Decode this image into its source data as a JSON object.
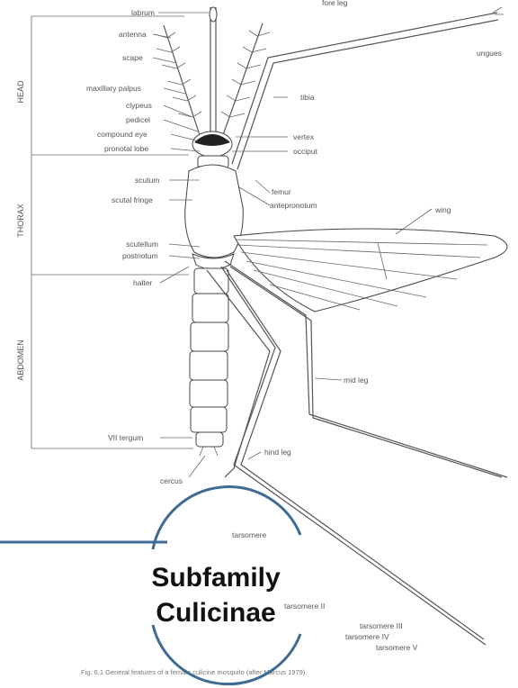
{
  "diagram": {
    "labels": {
      "labrum": "labrum",
      "antenna": "antenna",
      "scape": "scape",
      "maxillary_palpus": "maxillary palpus",
      "clypeus": "clypeus",
      "pedicel": "pedicel",
      "compound_eye": "compound eye",
      "pronotum_lobe": "pronotal lobe",
      "scutum": "scutum",
      "scutal_fringe": "scutal fringe",
      "scutellum": "scutellum",
      "postnotum": "postnotum",
      "halter": "halter",
      "tergum": "VII tergum",
      "cercus": "cercus",
      "fore_leg": "fore leg",
      "ungues": "ungues",
      "tibia": "tibia",
      "vertex": "vertex",
      "occiput": "occiput",
      "femur": "femur",
      "antepronotum": "antepronotum",
      "wing": "wing",
      "mid_leg": "mid leg",
      "hind_leg": "hind leg",
      "tarsomere": "tarsomere",
      "tarsomere_ii": "tarsomere II",
      "tarsomere_iii": "tarsomere III",
      "tarsomere_iv": "tarsomere IV",
      "tarsomere_v": "tarsomere V"
    },
    "regions": {
      "head": "HEAD",
      "thorax": "THORAX",
      "abdomen": "ABDOMEN"
    },
    "caption": "Fig. 6.1  General features of a female culicine mosquito (after Marcus 1979)."
  },
  "overlay": {
    "title_line1": "Subfamily",
    "title_line2": "Culicinae",
    "accent_color": "#3e6b93"
  }
}
